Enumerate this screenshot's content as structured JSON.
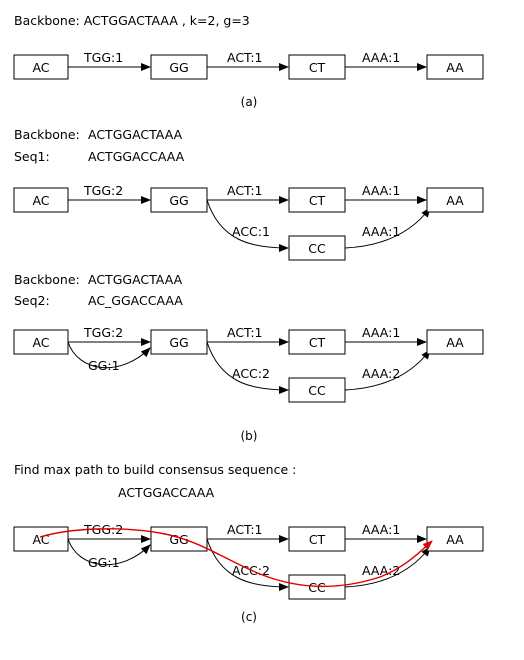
{
  "panel_a": {
    "header": "Backbone: ACTGGACTAAA , k=2, g=3",
    "nodes": [
      "AC",
      "GG",
      "CT",
      "AA"
    ],
    "edges": [
      "TGG:1",
      "ACT:1",
      "AAA:1"
    ],
    "caption": "(a)"
  },
  "panel_b1": {
    "backbone_label": "Backbone:",
    "backbone_seq": "ACTGGACTAAA",
    "seq_label": "Seq1:",
    "seq": "ACTGGACCAAA",
    "nodes": [
      "AC",
      "GG",
      "CT",
      "AA",
      "CC"
    ],
    "edges": [
      "TGG:2",
      "ACT:1",
      "AAA:1",
      "ACC:1",
      "AAA:1"
    ]
  },
  "panel_b2": {
    "backbone_label": "Backbone:",
    "backbone_seq": "ACTGGACTAAA",
    "seq_label": "Seq2:",
    "seq": "AC_GGACCAAA",
    "nodes": [
      "AC",
      "GG",
      "CT",
      "AA",
      "CC"
    ],
    "edges": [
      "TGG:2",
      "GG:1",
      "ACT:1",
      "AAA:1",
      "ACC:2",
      "AAA:2"
    ],
    "caption": "(b)"
  },
  "panel_c": {
    "header": "Find max path to build consensus sequence :",
    "consensus": "ACTGGACCAAA",
    "nodes": [
      "AC",
      "GG",
      "CT",
      "AA",
      "CC"
    ],
    "edges": [
      "TGG:2",
      "GG:1",
      "ACT:1",
      "AAA:1",
      "ACC:2",
      "AAA:2"
    ],
    "path_color": "#e00000",
    "caption": "(c)"
  }
}
